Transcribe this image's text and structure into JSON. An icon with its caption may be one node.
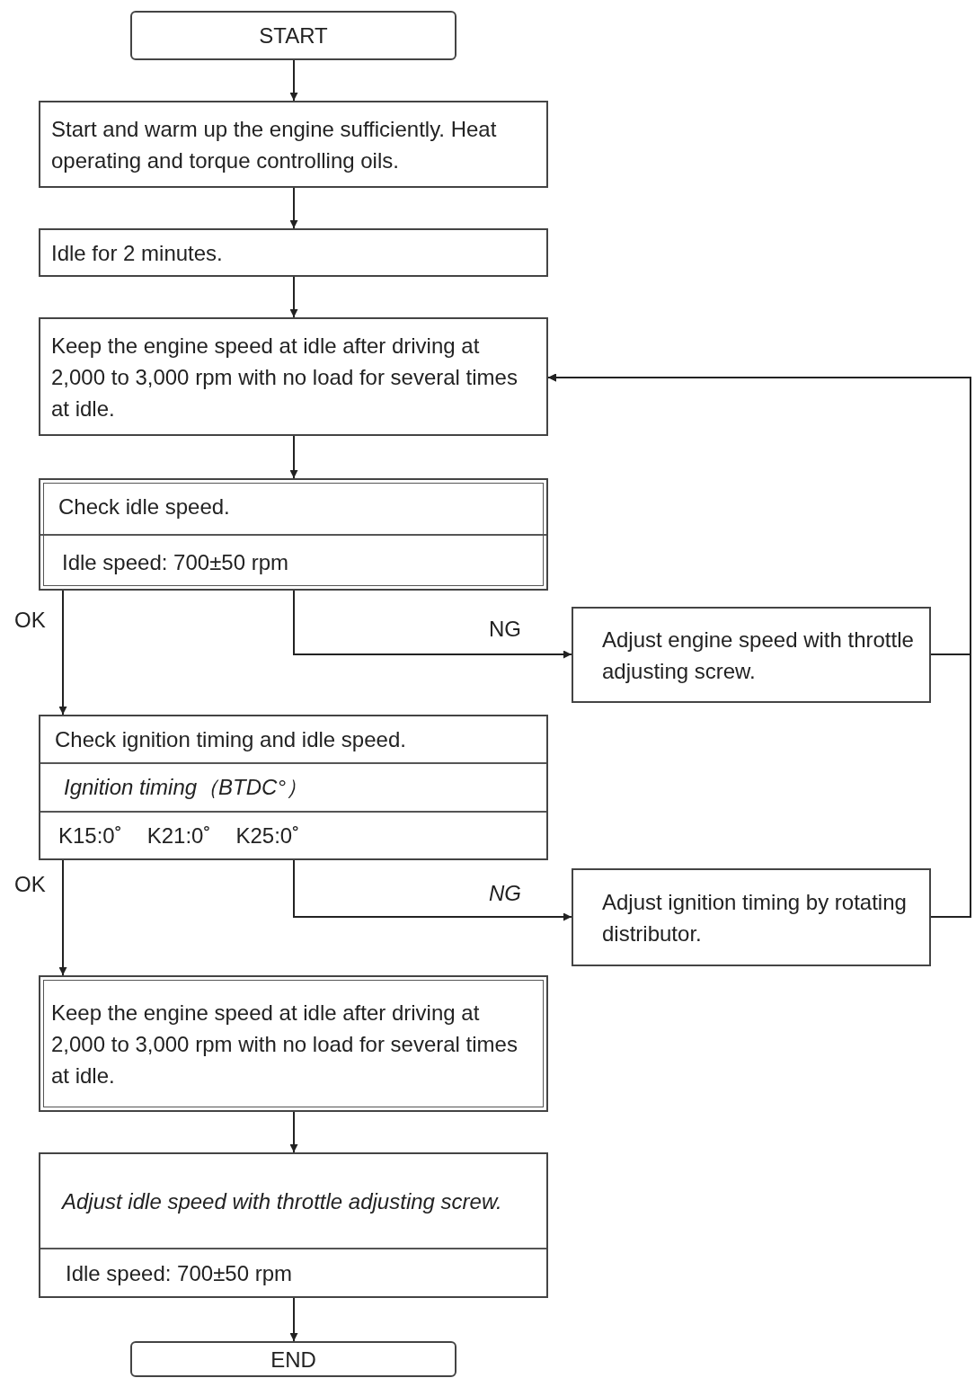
{
  "diagram": {
    "nodes": [
      {
        "text": [
          "START"
        ]
      },
      {
        "text": [
          "Start and warm up the engine sufficiently. Heat operating and torque controlling oils."
        ]
      },
      {
        "text": [
          "Idle for 2 minutes."
        ]
      },
      {
        "text": [
          "Keep the engine speed at idle after driving at 2,000 to 3,000 rpm with no load for several times at idle."
        ]
      },
      {
        "text": [
          "Check idle speed.",
          "Idle speed: 700±50 rpm"
        ]
      },
      {
        "text": [
          "Adjust engine speed with throttle adjusting screw."
        ]
      },
      {
        "text": [
          "Check ignition timing and idle speed.",
          "Ignition timing（BTDC°）",
          "K15:0˚",
          "K21:0˚",
          "K25:0˚"
        ]
      },
      {
        "text": [
          "Adjust ignition timing by rotating distributor."
        ]
      },
      {
        "text": [
          "Keep the engine speed at idle after driving at 2,000 to 3,000 rpm with no load for several times at idle."
        ]
      },
      {
        "text": [
          "Adjust idle speed with throttle adjusting screw.",
          "Idle speed: 700±50 rpm"
        ]
      },
      {
        "text": [
          "END"
        ]
      }
    ],
    "edges": [
      {
        "from": 0,
        "to": 1,
        "arrow": "to"
      },
      {
        "from": 1,
        "to": 2,
        "arrow": "to"
      },
      {
        "from": 2,
        "to": 3,
        "arrow": "to"
      },
      {
        "from": 3,
        "to": 4,
        "arrow": "to"
      },
      {
        "from": 4,
        "to": 6,
        "arrow": "to",
        "label": "OK"
      },
      {
        "from": 4,
        "to": 5,
        "arrow": "to",
        "label": "NG"
      },
      {
        "from": 5,
        "to": 3,
        "arrow": "to"
      },
      {
        "from": 6,
        "to": 8,
        "arrow": "to",
        "label": "OK"
      },
      {
        "from": 6,
        "to": 7,
        "arrow": "to",
        "label": "NG"
      },
      {
        "from": 7,
        "to": 3,
        "arrow": "to"
      },
      {
        "from": 8,
        "to": 9,
        "arrow": "to"
      },
      {
        "from": 9,
        "to": 10,
        "arrow": "to"
      }
    ]
  }
}
